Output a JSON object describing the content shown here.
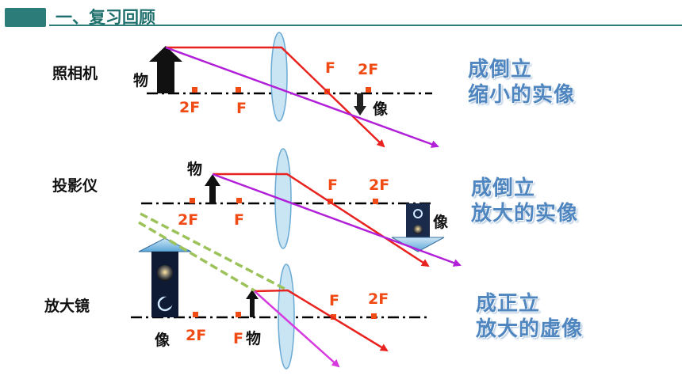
{
  "header": {
    "title": "一、复习回顾"
  },
  "sections": [
    {
      "name": "照相机",
      "object_label": "物",
      "image_label": "像",
      "marks": [
        "2F",
        "F",
        "F",
        "2F"
      ],
      "description": [
        "成倒立",
        "缩小的实像"
      ]
    },
    {
      "name": "投影仪",
      "object_label": "物",
      "image_label": "像",
      "marks": [
        "2F",
        "F",
        "F",
        "2F"
      ],
      "description": [
        "成倒立",
        "放大的实像"
      ]
    },
    {
      "name": "放大镜",
      "object_label": "物",
      "image_label": "像",
      "marks": [
        "2F",
        "F",
        "F",
        "2F"
      ],
      "description": [
        "成正立",
        "放大的虚像"
      ]
    }
  ],
  "colors": {
    "header": "#2c7d7a",
    "ray_red": "#e8231f",
    "ray_purple": "#b21fd8",
    "ray_magenta": "#d63adf",
    "virtual_ray": "#9cc25a",
    "focal_mark": "#f04b14",
    "lens": "#c9e4f3",
    "description": "#4f86c0"
  }
}
